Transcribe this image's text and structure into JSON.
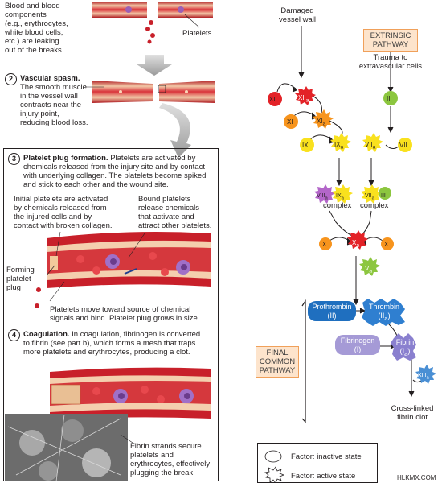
{
  "left": {
    "step1_text": [
      "Blood and blood",
      "components",
      "(e.g., erythrocytes,",
      "white blood cells,",
      "etc.) are leaking",
      "out of the breaks."
    ],
    "platelets_label": "Platelets",
    "step2_num": "2",
    "step2_title": "Vascular spasm.",
    "step2_text": [
      "The smooth muscle",
      "in the vessel wall",
      "contracts near the",
      "injury point,",
      "reducing blood loss."
    ],
    "step3_num": "3",
    "step3_title": "Platelet plug formation.",
    "step3_text": [
      "Platelets are activated by",
      "chemicals released from the injury site and by contact",
      "with underlying collagen. The platelets become spiked",
      "and stick to each other and the wound site."
    ],
    "initial_platelets": [
      "Initial platelets are activated",
      "by chemicals released from",
      "the injured cells and by",
      "contact with broken collagen."
    ],
    "bound_platelets": [
      "Bound platelets",
      "release chemicals",
      "that activate and",
      "attract other platelets."
    ],
    "forming_plug": [
      "Forming",
      "platelet",
      "plug"
    ],
    "platelets_move": [
      "Platelets move toward source of chemical",
      "signals and bind. Platelet plug grows in size."
    ],
    "step4_num": "4",
    "step4_title": "Coagulation.",
    "step4_text": [
      "In coagulation, fibrinogen is converted",
      "to fibrin (see part b), which forms a mesh that traps",
      "more platelets and erythrocytes, producing a clot."
    ],
    "fibrin_strands": [
      "Fibrin strands secure",
      "platelets and",
      "erythrocytes, effectively",
      "plugging the break."
    ]
  },
  "right": {
    "damaged_wall": [
      "Damaged",
      "vessel wall"
    ],
    "extrinsic": [
      "EXTRINSIC",
      "PATHWAY"
    ],
    "trauma": [
      "Trauma to",
      "extravascular cells"
    ],
    "factors": {
      "xii": "XII",
      "xiia": "XII",
      "xiia_sub": "a",
      "xi": "XI",
      "xia": "XI",
      "xia_sub": "a",
      "ix": "IX",
      "ixa": "IX",
      "ixa_sub": "a",
      "iii": "III",
      "viia": "VII",
      "viia_sub": "a",
      "vii": "VII",
      "viii": "VIII",
      "viii_sub": "a",
      "ix_complex": "IX",
      "ix_complex_sub": "a",
      "vii_complex": "VII",
      "vii_complex_sub": "a",
      "iii_complex": "III",
      "x_left": "X",
      "xa": "X",
      "xa_sub": "a",
      "x_right": "X",
      "va": "V",
      "va_sub": "a",
      "xiii": "XIII",
      "xiii_sub": "a"
    },
    "complex_left": "complex",
    "complex_right": "complex",
    "prothrombin": [
      "Prothrombin",
      "(II)"
    ],
    "thrombin": [
      "Thrombin",
      "(II"
    ],
    "thrombin_sub": "a",
    "fibrinogen": [
      "Fibrinogen",
      "(I)"
    ],
    "fibrin": [
      "Fibrin",
      "(I"
    ],
    "fibrin_sub": "a",
    "final_common": [
      "FINAL",
      "COMMON",
      "PATHWAY"
    ],
    "crosslinked": [
      "Cross-linked",
      "fibrin clot"
    ],
    "legend_inactive": "Factor: inactive state",
    "legend_active": "Factor: active state",
    "watermark": "HLKMX.COM"
  },
  "colors": {
    "pathway_bg": "#fde4cc",
    "red_factor": "#e32227",
    "orange_factor": "#f7941d",
    "yellow_factor": "#f9e11e",
    "green_factor": "#8cc63f",
    "purple_factor": "#b366c9",
    "prothrombin_blue": "#1f6fbf",
    "thrombin_blue": "#2f7fd0",
    "fibrinogen_lilac": "#a59ad6",
    "vessel_red": "#c8202a"
  }
}
